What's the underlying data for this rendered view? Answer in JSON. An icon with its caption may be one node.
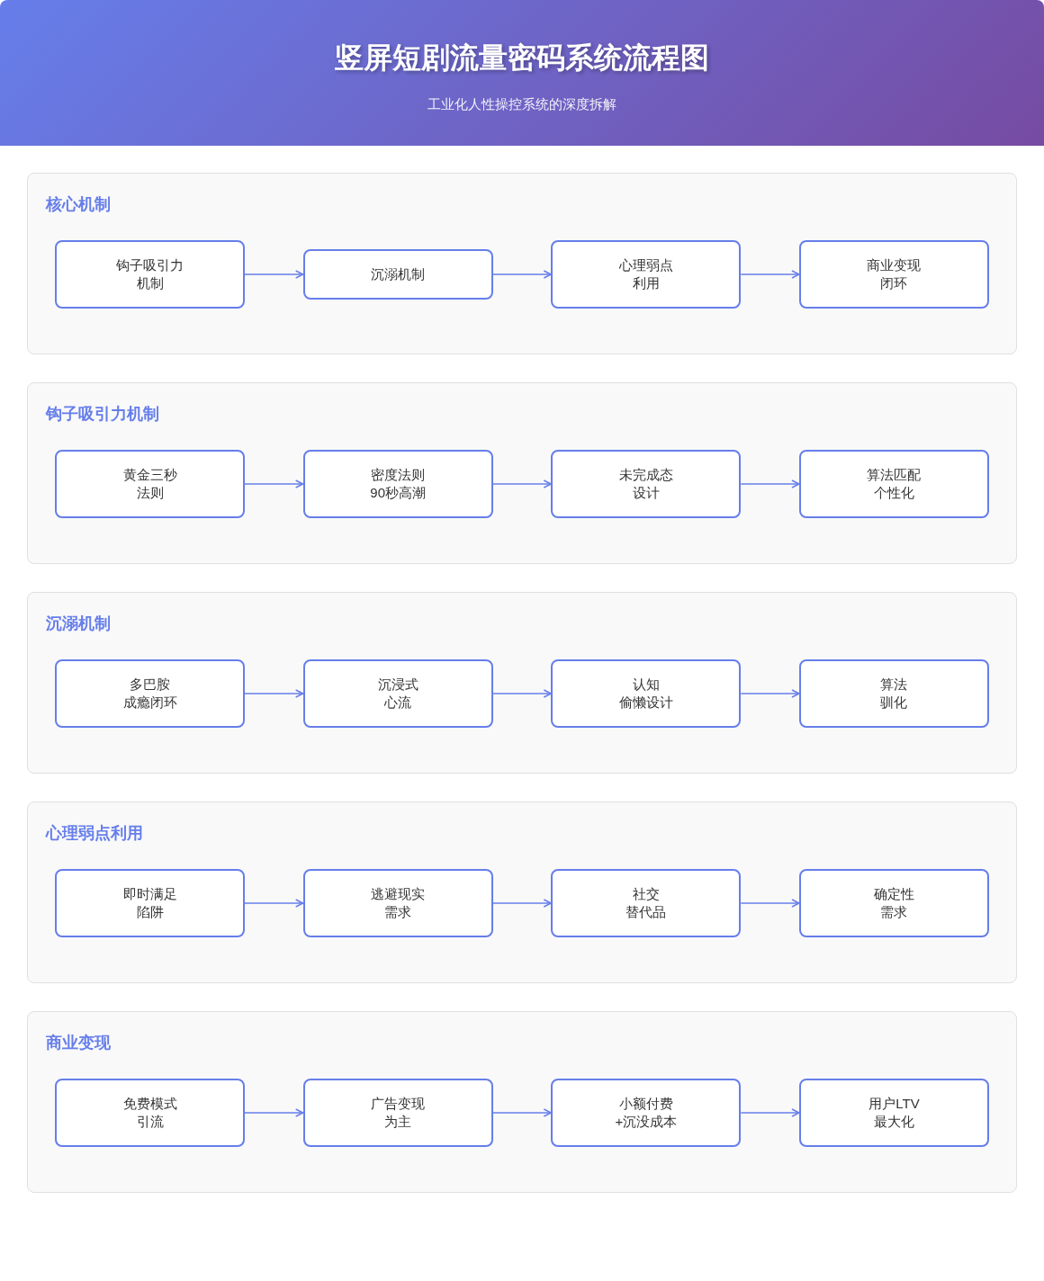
{
  "diagram": {
    "title": "竖屏短剧流量密码系统流程图",
    "nodes": [
      {
        "text": [
          "核心机制"
        ]
      },
      {
        "text": [
          "钩子吸引力机制"
        ],
        "in": 0
      },
      {
        "text": [
          "沉溺机制"
        ],
        "in": 0
      },
      {
        "text": [
          "心理弱点利用"
        ],
        "in": 0
      },
      {
        "text": [
          "商业变现闭环"
        ],
        "in": 0
      },
      {
        "text": [
          "钩子吸引力机制"
        ]
      },
      {
        "text": [
          "黄金三秒法则"
        ],
        "in": 5
      },
      {
        "text": [
          "密度法则90秒高潮"
        ],
        "in": 5
      },
      {
        "text": [
          "未完成态设计"
        ],
        "in": 5
      },
      {
        "text": [
          "算法匹配个性化"
        ],
        "in": 5
      },
      {
        "text": [
          "沉溺机制"
        ]
      },
      {
        "text": [
          "多巴胺成瘾闭环"
        ],
        "in": 10
      },
      {
        "text": [
          "沉浸式心流"
        ],
        "in": 10
      },
      {
        "text": [
          "认知偷懒设计"
        ],
        "in": 10
      },
      {
        "text": [
          "算法驯化"
        ],
        "in": 10
      },
      {
        "text": [
          "心理弱点利用"
        ]
      },
      {
        "text": [
          "即时满足陷阱"
        ],
        "in": 15
      },
      {
        "text": [
          "逃避现实需求"
        ],
        "in": 15
      },
      {
        "text": [
          "社交替代品"
        ],
        "in": 15
      },
      {
        "text": [
          "确定性需求"
        ],
        "in": 15
      },
      {
        "text": [
          "商业变现"
        ]
      },
      {
        "text": [
          "免费模式引流"
        ],
        "in": 20
      },
      {
        "text": [
          "广告变现为主"
        ],
        "in": 20
      },
      {
        "text": [
          "小额付费+沉没成本"
        ],
        "in": 20
      },
      {
        "text": [
          "用户LTV最大化"
        ],
        "in": 20
      }
    ],
    "edges": [
      {
        "from": 1,
        "to": 2,
        "arrow": "to"
      },
      {
        "from": 2,
        "to": 3,
        "arrow": "to"
      },
      {
        "from": 3,
        "to": 4,
        "arrow": "to"
      },
      {
        "from": 6,
        "to": 7,
        "arrow": "to"
      },
      {
        "from": 7,
        "to": 8,
        "arrow": "to"
      },
      {
        "from": 8,
        "to": 9,
        "arrow": "to"
      },
      {
        "from": 11,
        "to": 12,
        "arrow": "to"
      },
      {
        "from": 12,
        "to": 13,
        "arrow": "to"
      },
      {
        "from": 13,
        "to": 14,
        "arrow": "to"
      },
      {
        "from": 16,
        "to": 17,
        "arrow": "to"
      },
      {
        "from": 17,
        "to": 18,
        "arrow": "to"
      },
      {
        "from": 18,
        "to": 19,
        "arrow": "to"
      },
      {
        "from": 21,
        "to": 22,
        "arrow": "to"
      },
      {
        "from": 22,
        "to": 23,
        "arrow": "to"
      },
      {
        "from": 23,
        "to": 24,
        "arrow": "to"
      }
    ],
    "labels": [
      "工业化人性操控系统的深度拆解"
    ]
  }
}
